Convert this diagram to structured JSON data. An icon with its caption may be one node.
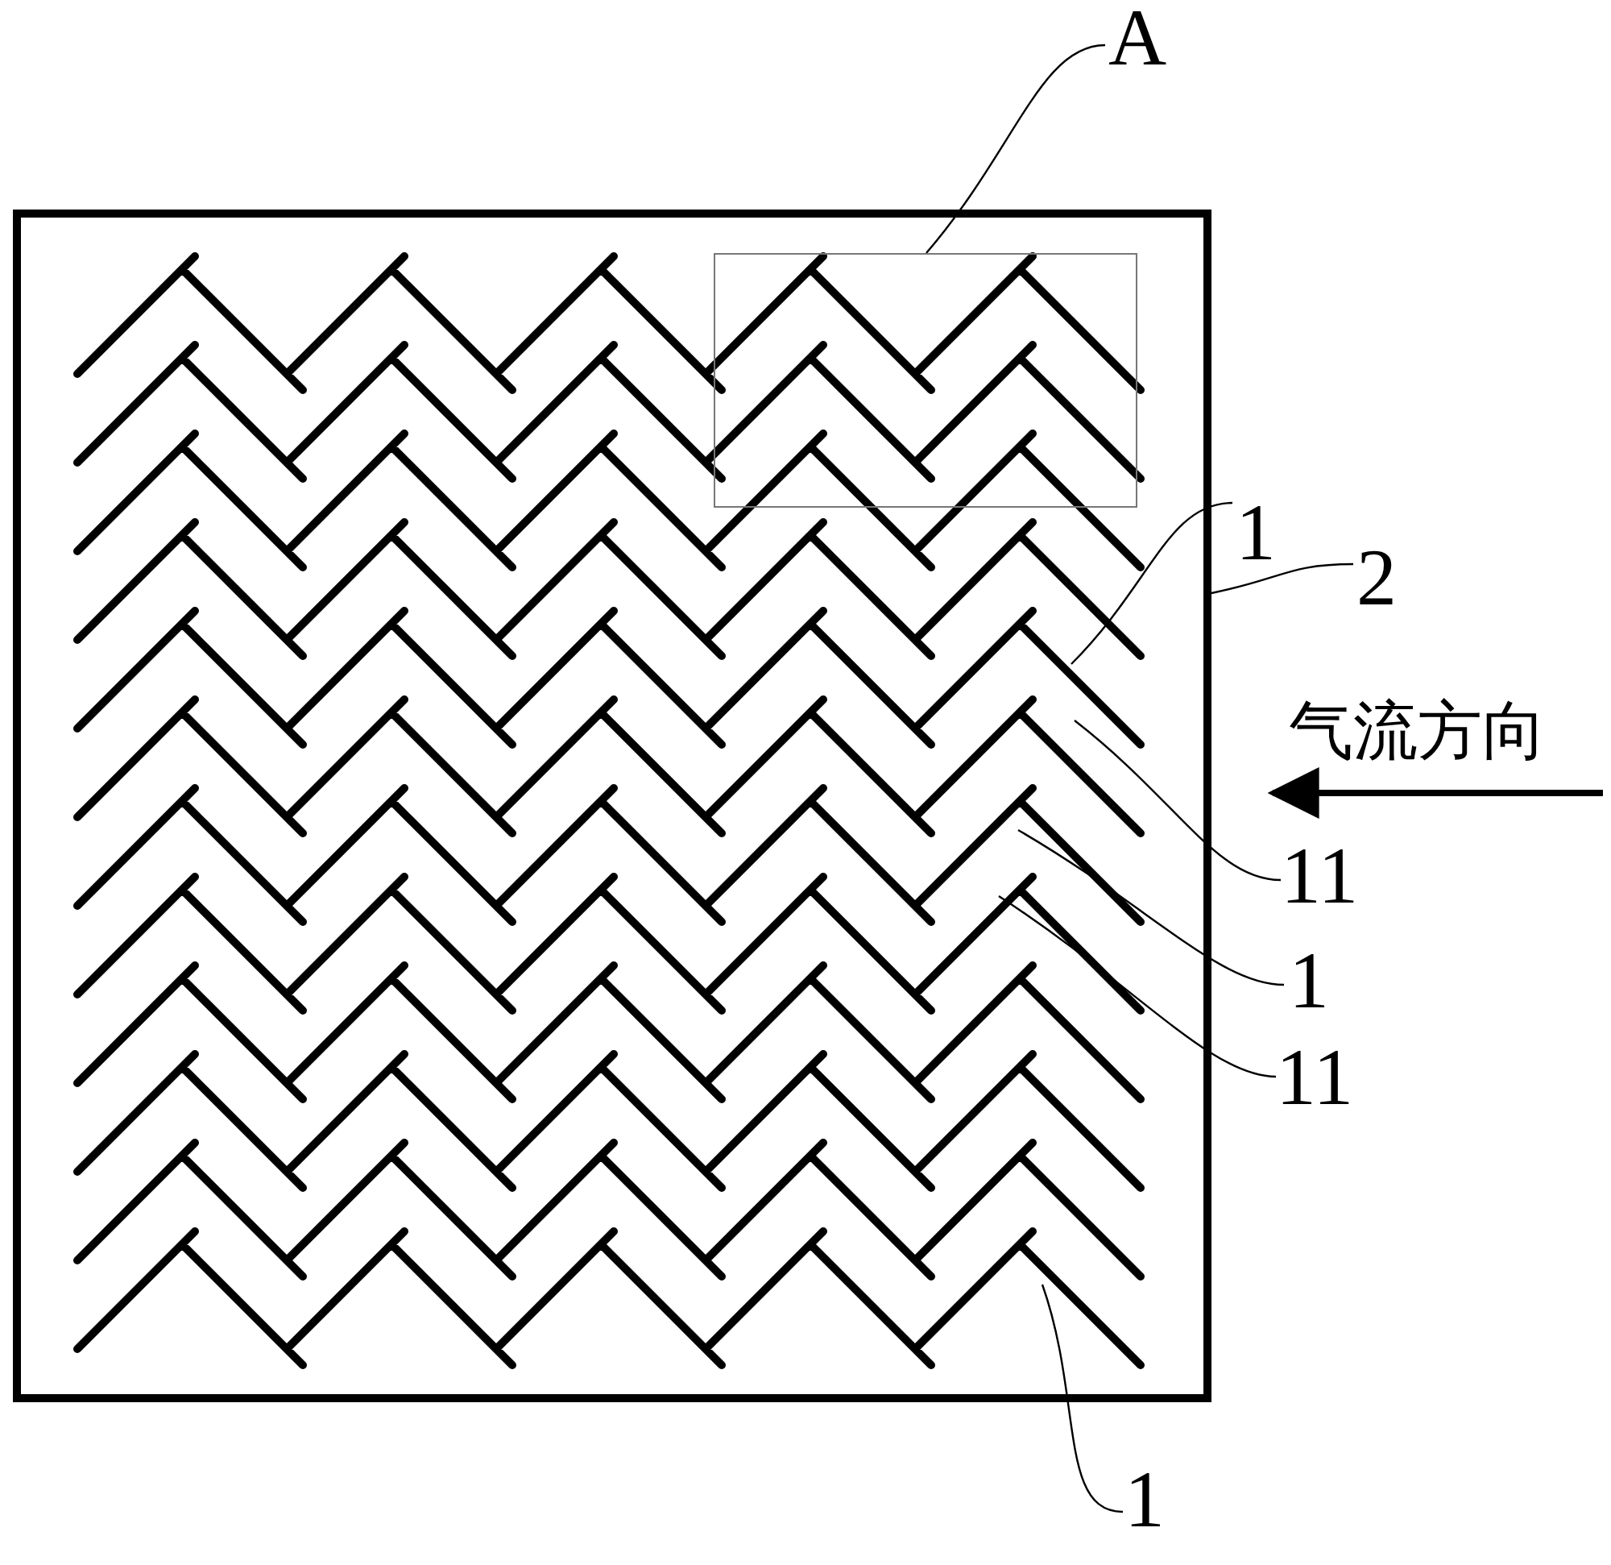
{
  "diagram": {
    "nodes": [
      {
        "text": [],
        "shape": "box"
      },
      {
        "text": [],
        "shape": "box",
        "in": 0
      },
      {
        "text": [
          "A"
        ]
      },
      {
        "text": [
          "1"
        ]
      },
      {
        "text": [
          "2"
        ]
      },
      {
        "text": [
          "11"
        ]
      },
      {
        "text": [
          "1"
        ]
      },
      {
        "text": [
          "11"
        ]
      },
      {
        "text": [
          "1"
        ]
      }
    ],
    "edges": [
      {
        "from": 2,
        "to": 1,
        "arrow": "none"
      },
      {
        "from": 3,
        "to": null,
        "arrow": "none"
      },
      {
        "from": 4,
        "to": 0,
        "arrow": "none"
      },
      {
        "from": 5,
        "to": null,
        "arrow": "none"
      },
      {
        "from": 6,
        "to": null,
        "arrow": "none"
      },
      {
        "from": 7,
        "to": null,
        "arrow": "none"
      },
      {
        "from": 8,
        "to": null,
        "arrow": "none"
      }
    ],
    "labels": [
      "气流方向"
    ]
  }
}
